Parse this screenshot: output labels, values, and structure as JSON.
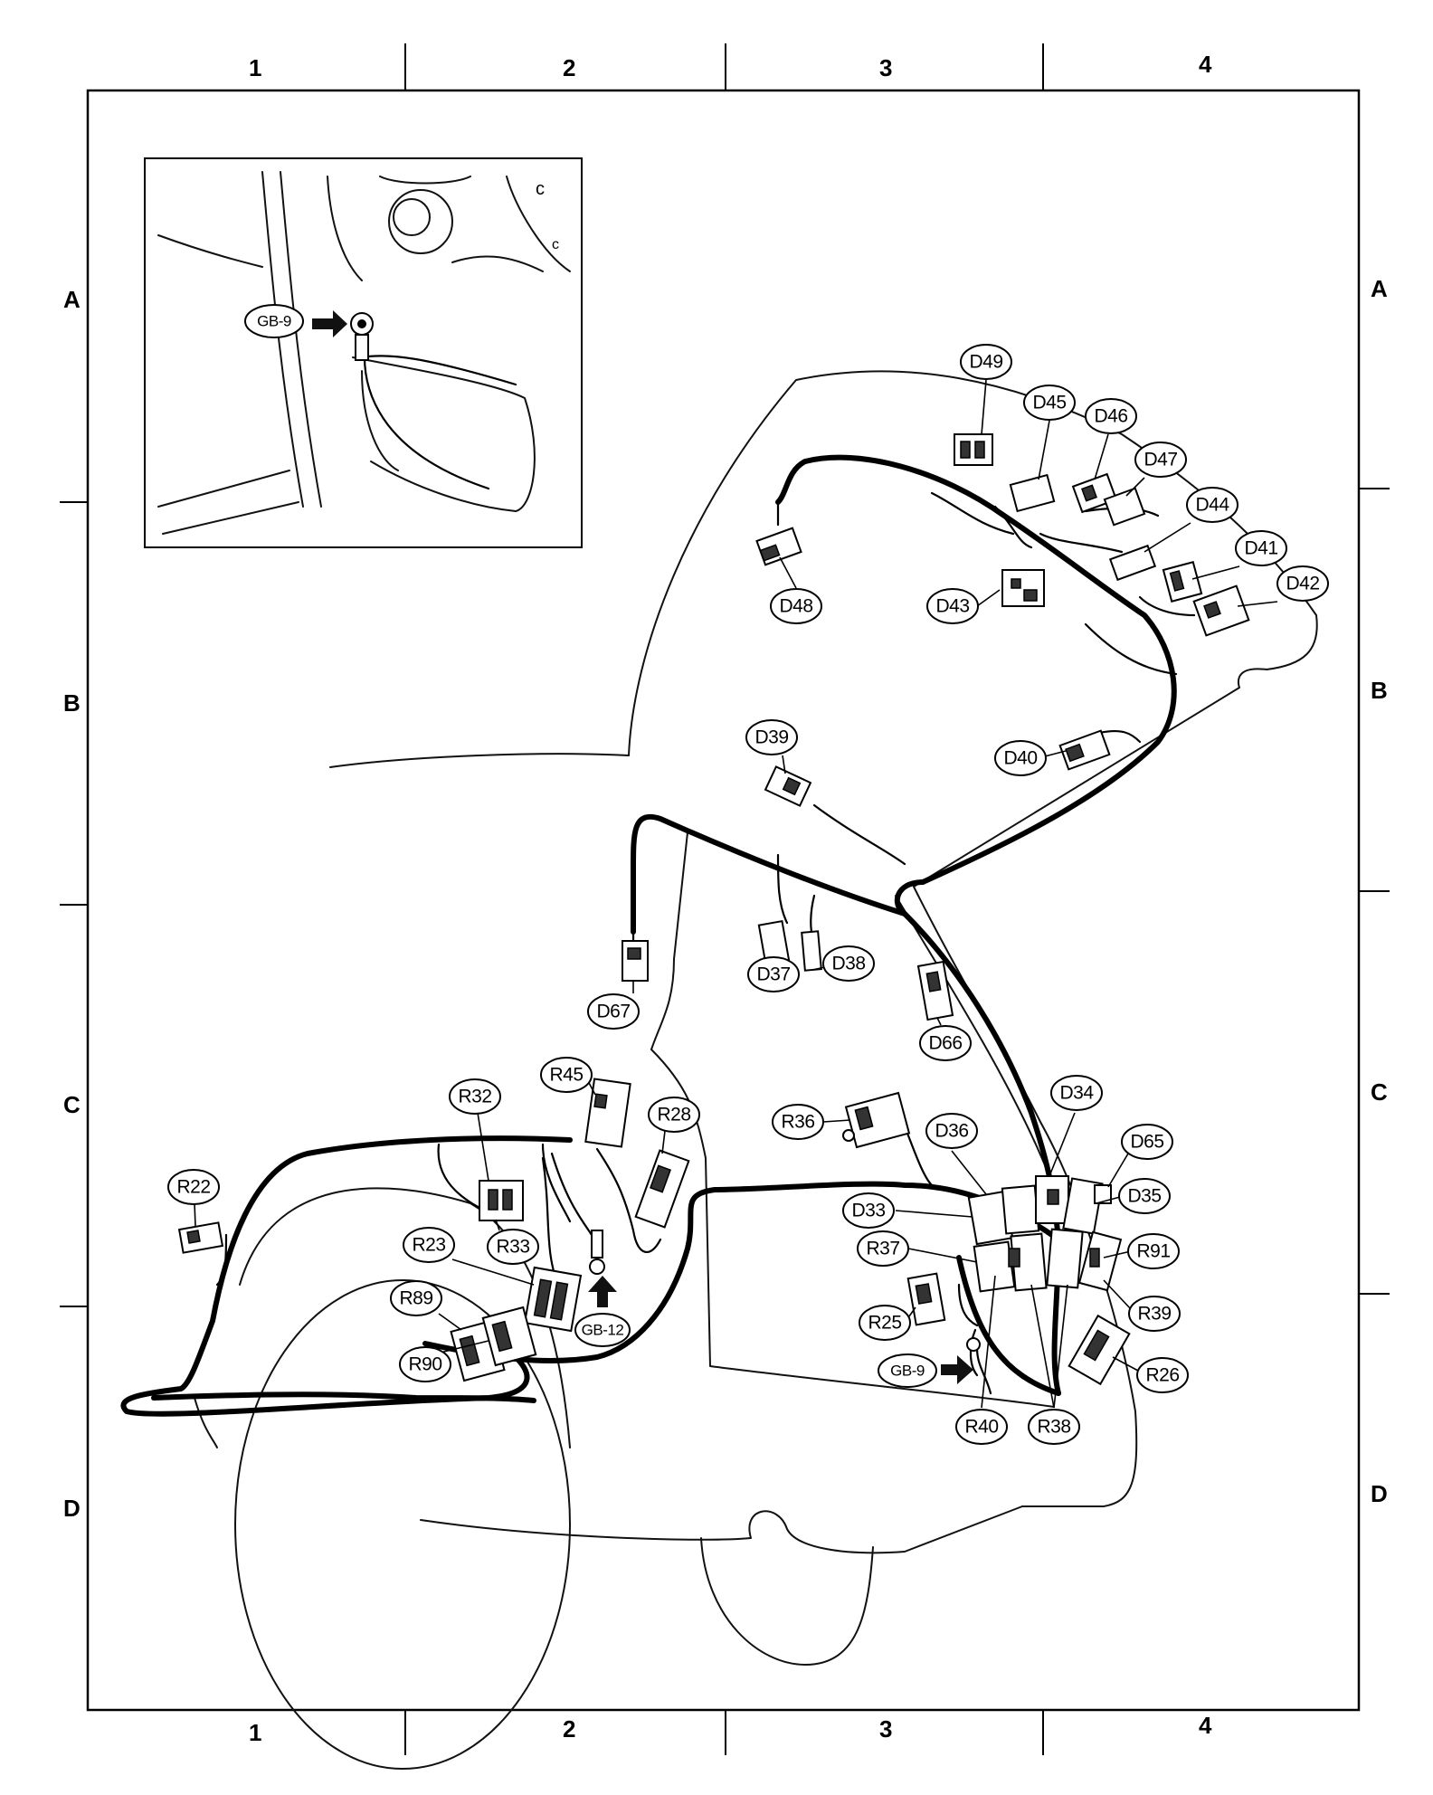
{
  "grid": {
    "columns": [
      "1",
      "2",
      "3",
      "4"
    ],
    "rows": [
      "A",
      "B",
      "C",
      "D"
    ]
  },
  "inset": {
    "label": "GB-9"
  },
  "callouts": [
    {
      "id": "D49",
      "label": "D49"
    },
    {
      "id": "D45",
      "label": "D45"
    },
    {
      "id": "D46",
      "label": "D46"
    },
    {
      "id": "D47",
      "label": "D47"
    },
    {
      "id": "D44",
      "label": "D44"
    },
    {
      "id": "D41",
      "label": "D41"
    },
    {
      "id": "D42",
      "label": "D42"
    },
    {
      "id": "D43",
      "label": "D43"
    },
    {
      "id": "D48",
      "label": "D48"
    },
    {
      "id": "D39",
      "label": "D39"
    },
    {
      "id": "D40",
      "label": "D40"
    },
    {
      "id": "D37",
      "label": "D37"
    },
    {
      "id": "D38",
      "label": "D38"
    },
    {
      "id": "D67",
      "label": "D67"
    },
    {
      "id": "D66",
      "label": "D66"
    },
    {
      "id": "R32",
      "label": "R32"
    },
    {
      "id": "R45",
      "label": "R45"
    },
    {
      "id": "R28",
      "label": "R28"
    },
    {
      "id": "R36",
      "label": "R36"
    },
    {
      "id": "D36",
      "label": "D36"
    },
    {
      "id": "D34",
      "label": "D34"
    },
    {
      "id": "D65",
      "label": "D65"
    },
    {
      "id": "D35",
      "label": "D35"
    },
    {
      "id": "D33",
      "label": "D33"
    },
    {
      "id": "R37",
      "label": "R37"
    },
    {
      "id": "R91",
      "label": "R91"
    },
    {
      "id": "R39",
      "label": "R39"
    },
    {
      "id": "R22",
      "label": "R22"
    },
    {
      "id": "R23",
      "label": "R23"
    },
    {
      "id": "R33",
      "label": "R33"
    },
    {
      "id": "R89",
      "label": "R89"
    },
    {
      "id": "R90",
      "label": "R90"
    },
    {
      "id": "GB-12",
      "label": "GB-12"
    },
    {
      "id": "R25",
      "label": "R25"
    },
    {
      "id": "GB-9b",
      "label": "GB-9"
    },
    {
      "id": "R26",
      "label": "R26"
    },
    {
      "id": "R40",
      "label": "R40"
    },
    {
      "id": "R38",
      "label": "R38"
    }
  ]
}
